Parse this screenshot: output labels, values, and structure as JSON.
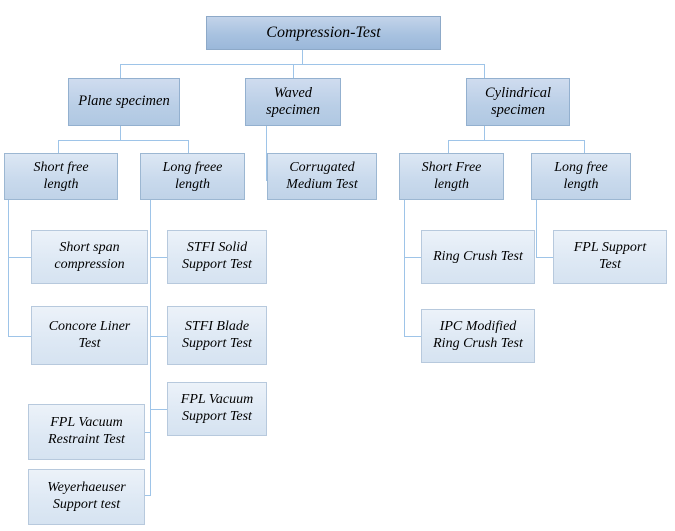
{
  "diagram": {
    "title": "Compression-Test",
    "type": "hierarchy-tree",
    "nodes": {
      "root": {
        "label": "Compression-Test"
      },
      "plane_specimen": {
        "label": "Plane specimen"
      },
      "waved_specimen": {
        "label": "Waved\nspecimen"
      },
      "cylindrical_specimen": {
        "label": "Cylindrical\nspecimen"
      },
      "short_free_length_left": {
        "label": "Short free\nlength"
      },
      "long_freee_length_left": {
        "label": "Long freee\nlength"
      },
      "corrugated_medium_test": {
        "label": "Corrugated\nMedium Test"
      },
      "short_free_length_right": {
        "label": "Short Free\nlength"
      },
      "long_free_length_right": {
        "label": "Long free\nlength"
      },
      "short_span_compression": {
        "label": "Short span\ncompression"
      },
      "concore_liner_test": {
        "label": "Concore Liner\nTest"
      },
      "fpl_vacuum_restraint_test": {
        "label": "FPL Vacuum\nRestraint Test"
      },
      "weyerhaeuser_support_test": {
        "label": "Weyerhaeuser\nSupport test"
      },
      "stfi_solid_support_test": {
        "label": "STFI Solid\nSupport Test"
      },
      "stfi_blade_support_test": {
        "label": "STFI Blade\nSupport Test"
      },
      "fpl_vacuum_support_test": {
        "label": "FPL Vacuum\nSupport Test"
      },
      "ring_crush_test": {
        "label": "Ring Crush Test"
      },
      "ipc_modified_ring_crush_test": {
        "label": "IPC Modified\nRing Crush Test"
      },
      "fpl_support_test": {
        "label": "FPL Support\nTest"
      }
    },
    "colors": {
      "root_fill": "#a8c2e0",
      "level1_fill": "#b9cee6",
      "level2_fill": "#c8d9ec",
      "leaf_fill": "#dde8f4",
      "connector": "#9ec4e8",
      "border": "#93b0cf",
      "text": "#000000",
      "background": "#ffffff"
    }
  }
}
